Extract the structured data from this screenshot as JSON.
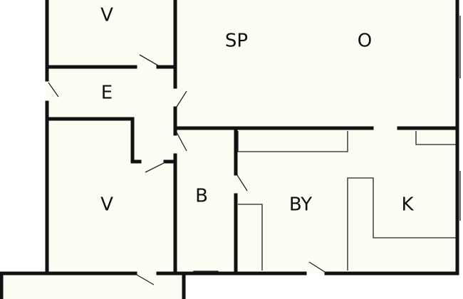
{
  "colors": {
    "wall": "#111111",
    "floor": "#fdfdf3",
    "background": "#ffffff",
    "fixture": "#222222",
    "door": "#222222"
  },
  "rooms": [
    {
      "id": "v-top",
      "label": "V"
    },
    {
      "id": "sp",
      "label": "SP"
    },
    {
      "id": "o",
      "label": "O"
    },
    {
      "id": "e",
      "label": "E"
    },
    {
      "id": "v-bottom",
      "label": "V"
    },
    {
      "id": "b",
      "label": "B"
    },
    {
      "id": "by",
      "label": "BY"
    },
    {
      "id": "k",
      "label": "K"
    }
  ]
}
